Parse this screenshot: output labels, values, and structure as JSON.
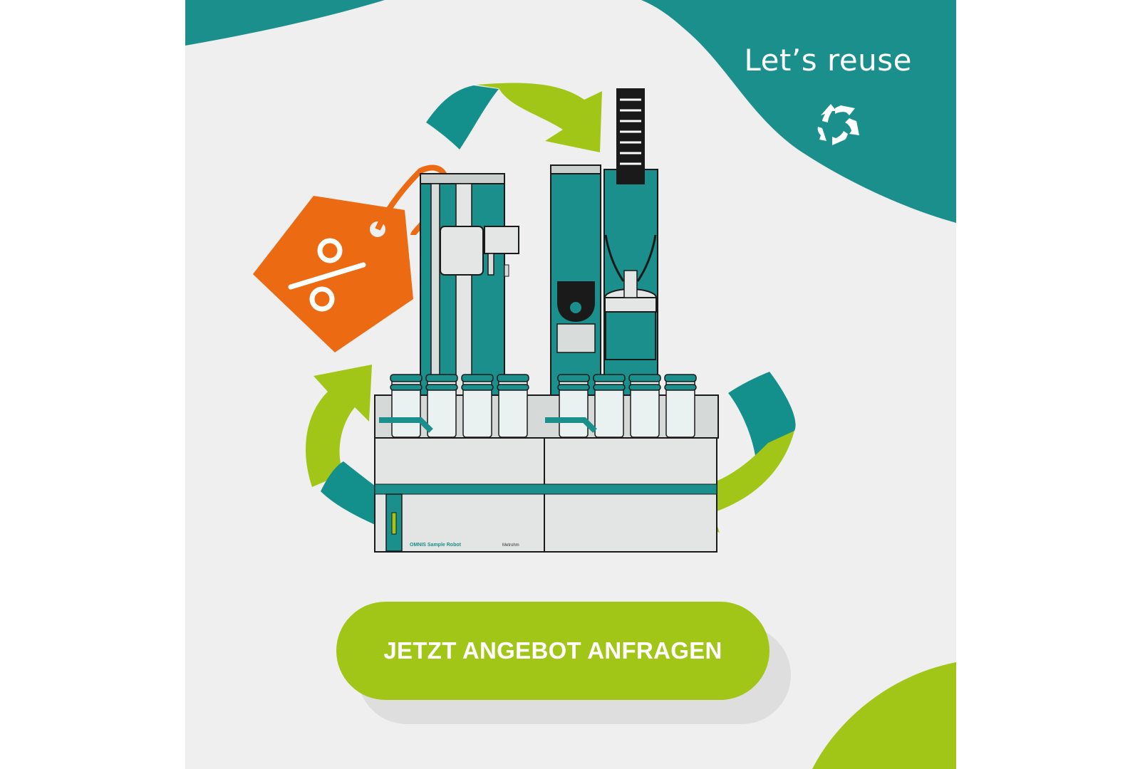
{
  "header": {
    "tagline": "Let’s reuse"
  },
  "cta": {
    "label": "JETZT ANGEBOT ANFRAGEN"
  },
  "device": {
    "model_label": "OMNIS Sample Robot",
    "brand_label": "Metrohm"
  },
  "icons": {
    "recycle": "recycle-icon",
    "price_tag": "percent-price-tag-icon",
    "power": "power-icon"
  },
  "colors": {
    "teal": "#1b8f8b",
    "lime": "#a2c617",
    "orange": "#ec6a11",
    "background": "#efefef",
    "accent_teal_dark": "#12706d"
  }
}
